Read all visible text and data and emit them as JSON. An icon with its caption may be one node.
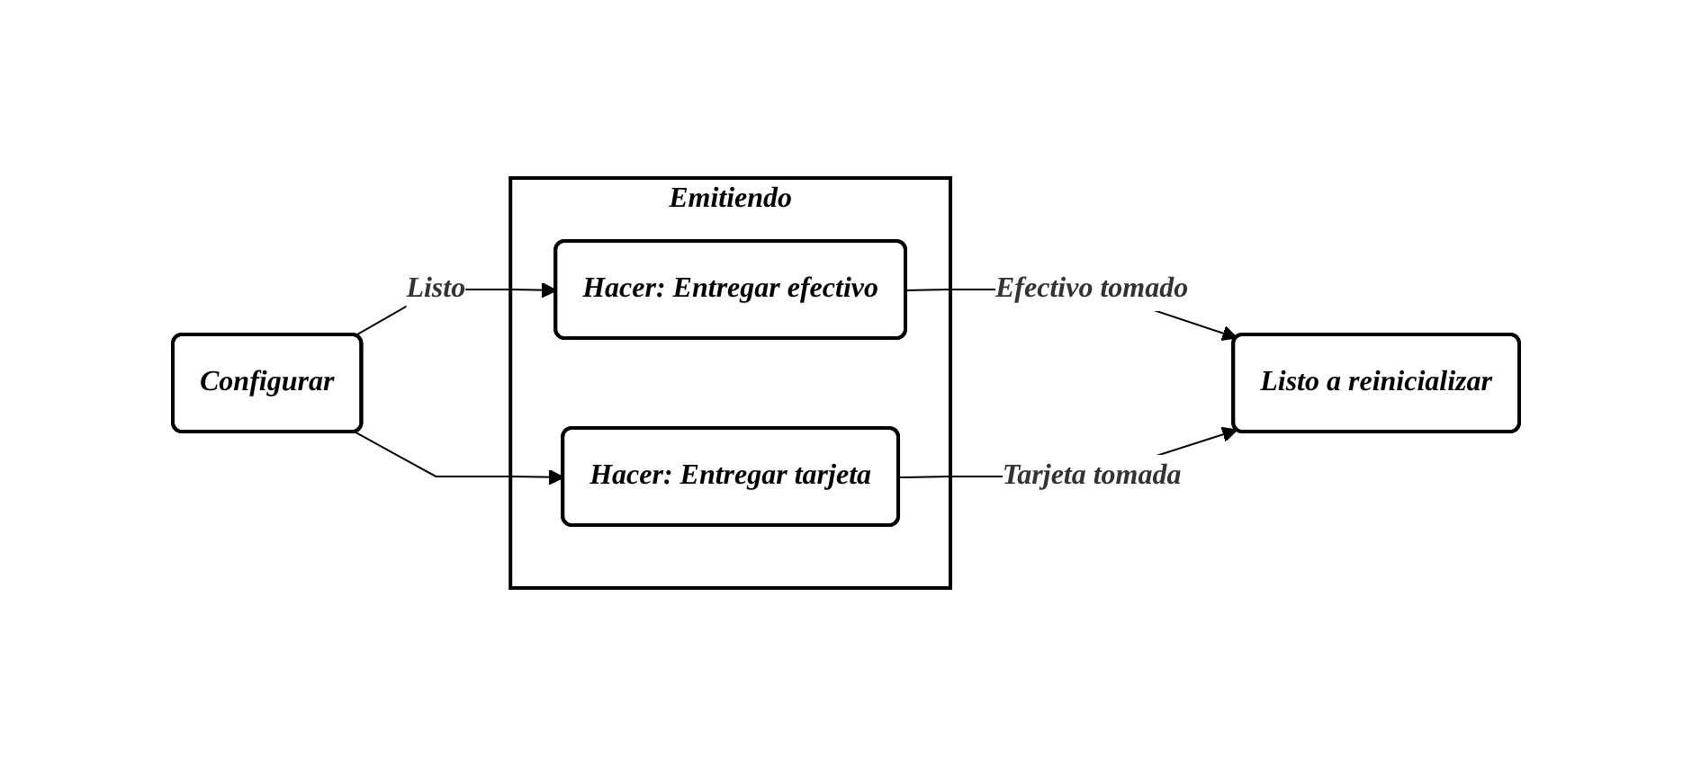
{
  "diagram": {
    "nodes": [
      {
        "text": [
          "Configurar"
        ]
      },
      {
        "text": [
          "Emitiendo"
        ]
      },
      {
        "text": [
          "Hacer: Entregar efectivo"
        ],
        "in": 1
      },
      {
        "text": [
          "Hacer: Entregar tarjeta"
        ],
        "in": 1
      },
      {
        "text": [
          "Listo a reinicializar"
        ]
      }
    ],
    "edges": [
      {
        "from": 0,
        "to": 2,
        "arrow": "to",
        "label": "Listo"
      },
      {
        "from": 0,
        "to": 3,
        "arrow": "to"
      },
      {
        "from": 2,
        "to": 4,
        "arrow": "to",
        "label": "Efectivo tomado"
      },
      {
        "from": 3,
        "to": 4,
        "arrow": "to",
        "label": "Tarjeta tomada"
      }
    ]
  }
}
